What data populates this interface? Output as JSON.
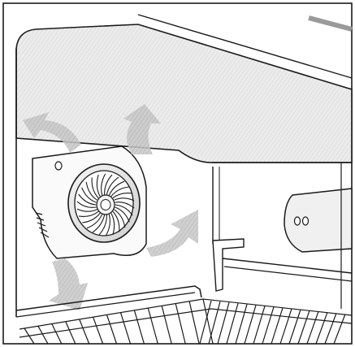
{
  "diagram": {
    "subject": "fridge-interior-fan-airflow",
    "colors": {
      "line": "#1a1a1a",
      "ceiling_fill": "#e6e6e6",
      "arrow_fill": "#bfbfbf",
      "background": "#ffffff"
    },
    "icons": {
      "fan": "fan-icon",
      "airflow": "airflow-arrow-icon",
      "light": "interior-light-icon",
      "shelf": "wire-shelf-icon"
    },
    "airflow_arrows": [
      "up-left",
      "up",
      "right",
      "down"
    ]
  }
}
